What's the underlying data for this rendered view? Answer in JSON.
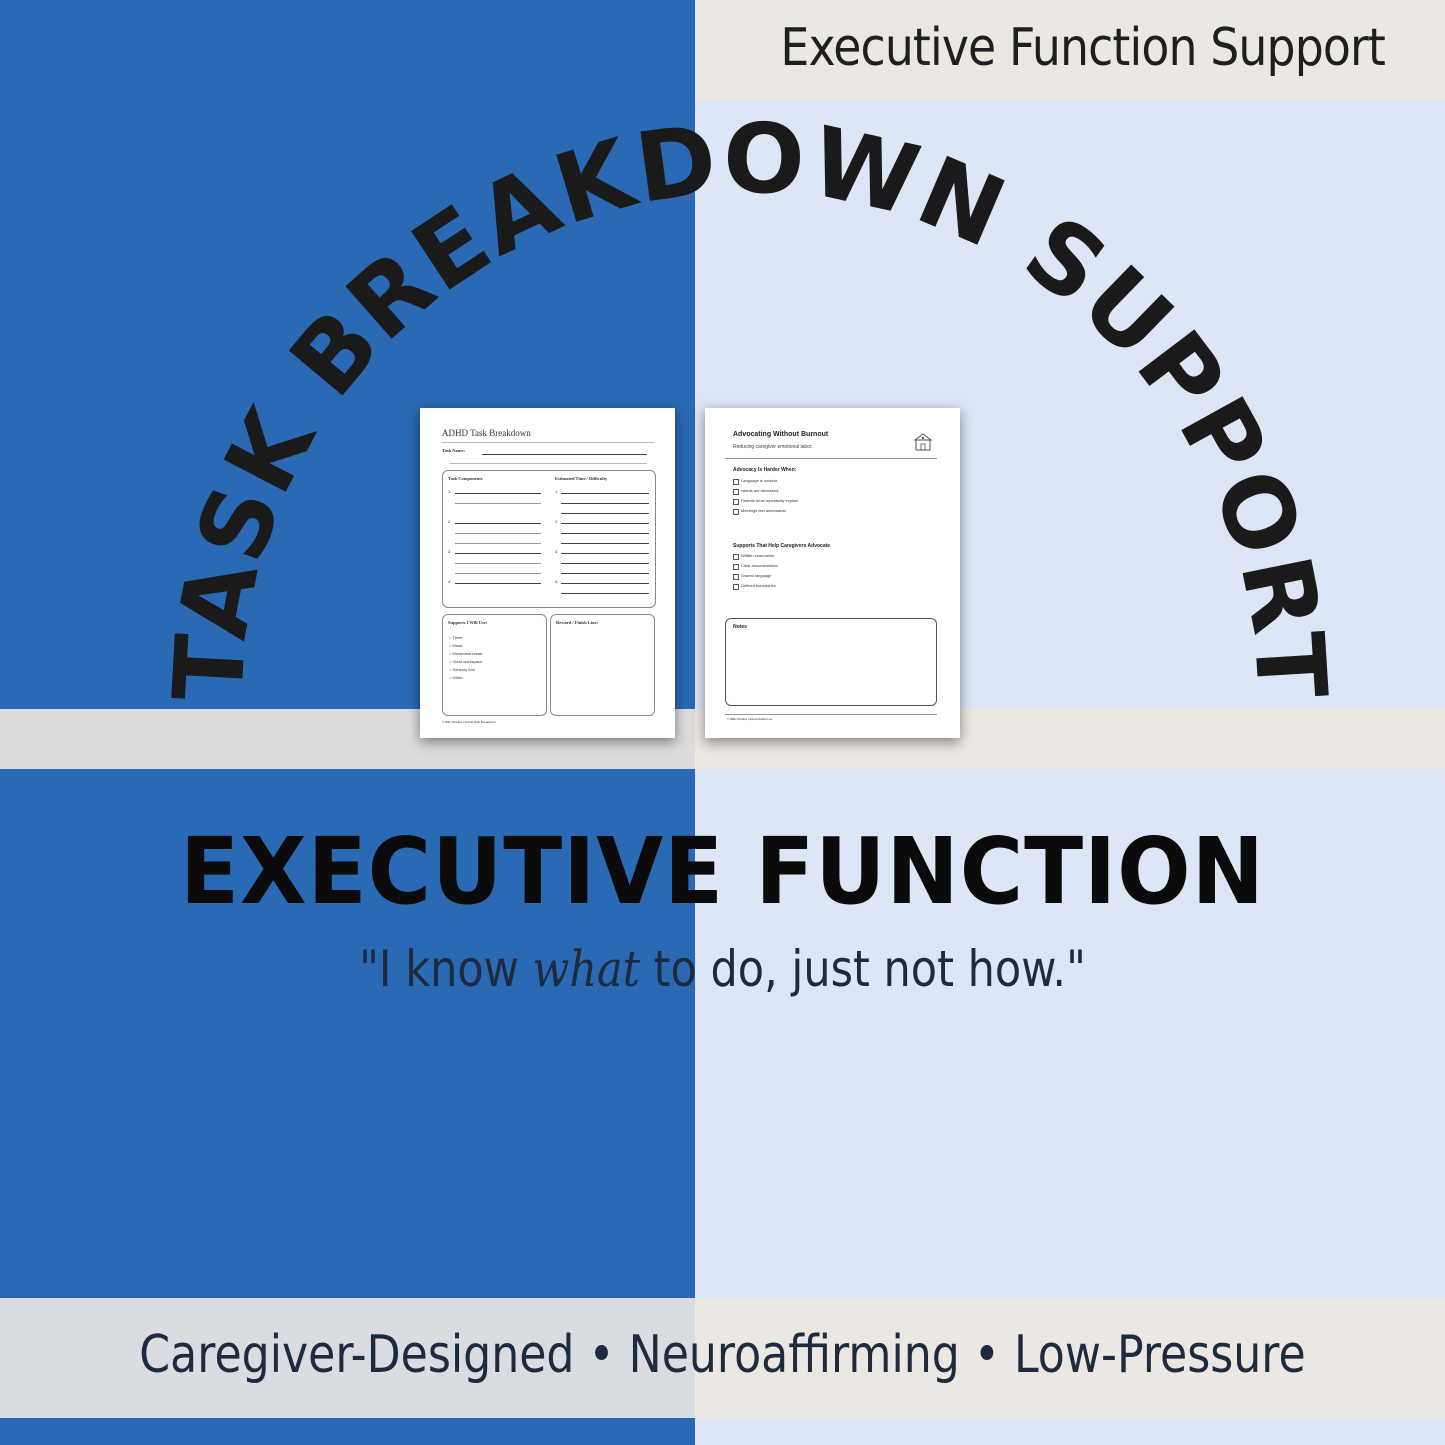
{
  "header": {
    "title": "Executive Function Support"
  },
  "arc_title": "TASK BREAKDOWN SUPPORT",
  "worksheet_left": {
    "title": "ADHD Task Breakdown",
    "task_name_label": "Task Name:",
    "col_left": "Task Components",
    "col_right": "Estimated Time / Difficulty",
    "numbers": [
      "1.",
      "2.",
      "3.",
      "4."
    ],
    "supports_title": "Supports I Will Use:",
    "supports_items": [
      "Timer",
      "Music",
      "Movement break",
      "Clear workspace",
      "Sensory tool",
      "Other:"
    ],
    "reward_title": "Reward / Finish Line:",
    "footer": "© NBH Studios | ADHD Task Breakdown"
  },
  "worksheet_right": {
    "title": "Advocating Without Burnout",
    "subtitle": "Reducing caregiver emotional labor.",
    "icon": "school-building-icon",
    "section1_title": "Advocacy Is Harder When:",
    "section1_items": [
      "Language is unclear",
      "Needs are dismissed",
      "Parents must repeatedly explain",
      "Meetings feel adversarial"
    ],
    "section2_title": "Supports That Help Caregivers Advocate",
    "section2_items": [
      "Written summaries",
      "Clear documentation",
      "Shared language",
      "Defined boundaries"
    ],
    "notes_label": "Notes",
    "footer": "© NBH Studios | Executivable.Lite"
  },
  "main": {
    "title": "EXECUTIVE FUNCTION",
    "quote_start": "\"I know ",
    "quote_emph": "what",
    "quote_end": " to do, just not how.\""
  },
  "footer": {
    "tagline": "Caregiver-Designed • Neuroaffirming • Low-Pressure"
  },
  "colors": {
    "left_blue": "#2a6ab4",
    "right_light_blue": "#dce6f6",
    "band_gray": "#dcdcdc",
    "band_beige": "#ebe7e3",
    "text_dark": "#1e2a3d"
  }
}
